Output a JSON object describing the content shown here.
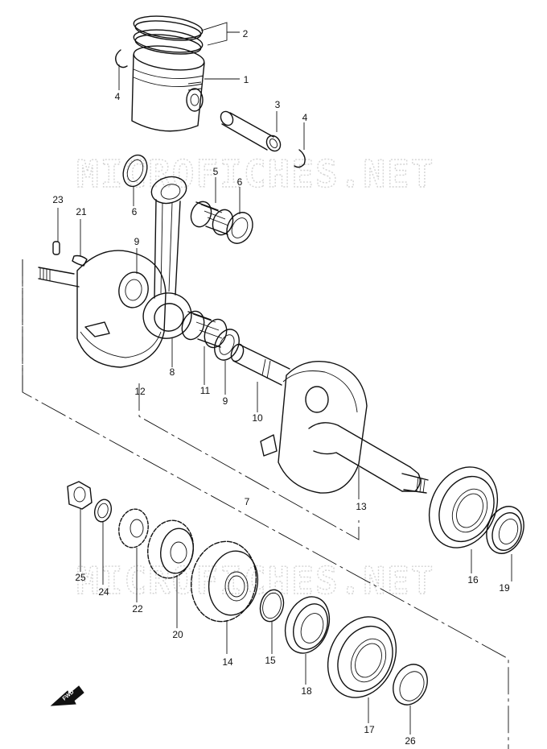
{
  "watermark": {
    "text": "MICROFICHES.NET",
    "color": "#d4d4d4"
  },
  "direction_badge": {
    "label": "FWD",
    "icon": "fwd-arrow-icon"
  },
  "callouts": {
    "c1": "1",
    "c2": "2",
    "c3": "3",
    "c4a": "4",
    "c4b": "4",
    "c5": "5",
    "c6a": "6",
    "c6b": "6",
    "c7": "7",
    "c8": "8",
    "c9a": "9",
    "c9b": "9",
    "c10": "10",
    "c11": "11",
    "c12": "12",
    "c13": "13",
    "c14": "14",
    "c15": "15",
    "c16": "16",
    "c17": "17",
    "c18": "18",
    "c19": "19",
    "c20": "20",
    "c21": "21",
    "c22": "22",
    "c23": "23",
    "c24": "24",
    "c25": "25",
    "c26": "26"
  },
  "colors": {
    "line": "#111111",
    "background": "#ffffff"
  }
}
